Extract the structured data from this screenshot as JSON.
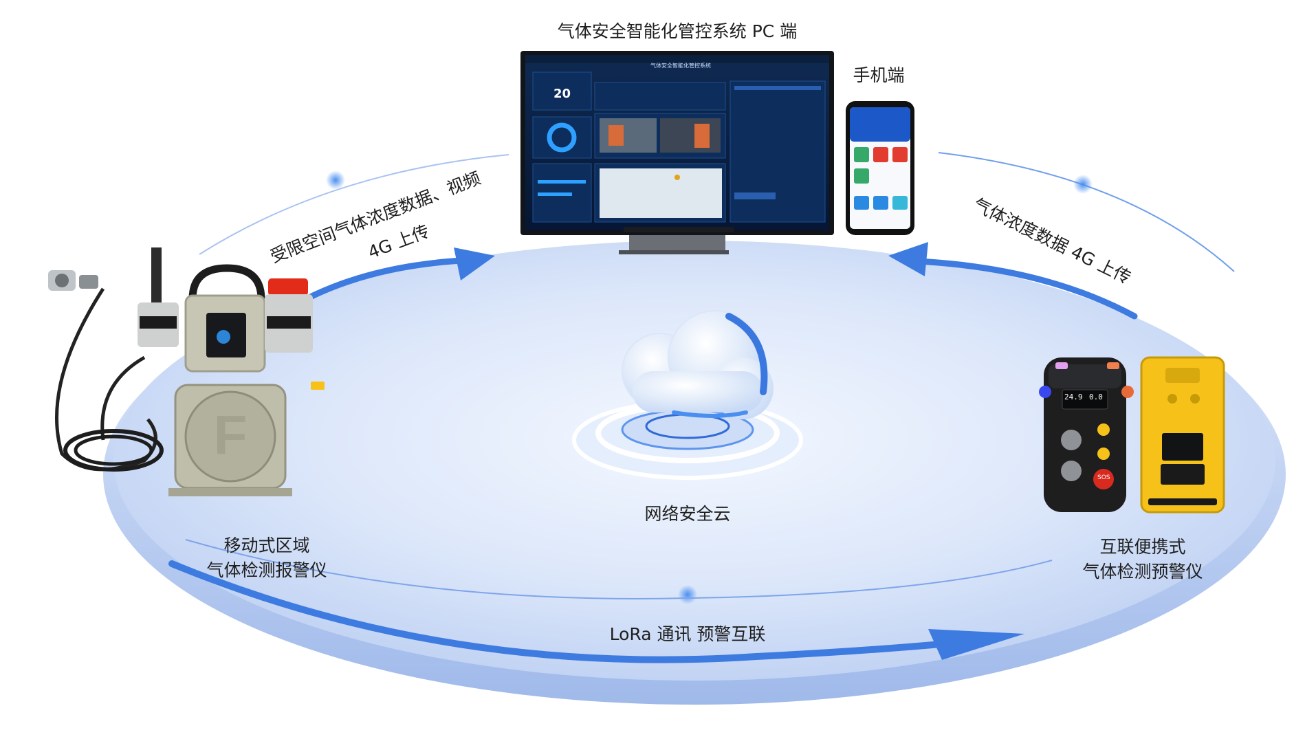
{
  "labels": {
    "pc_title": "气体安全智能化管控系统 PC 端",
    "mobile_title": "手机端",
    "left_flow_line1": "受限空间气体浓度数据、视频",
    "left_flow_line2": "4G 上传",
    "right_flow": "气体浓度数据 4G 上传",
    "cloud": "网络安全云",
    "bottom_flow": "LoRa 通讯 预警互联",
    "left_device_line1": "移动式区域",
    "left_device_line2": "气体检测报警仪",
    "right_device_line1": "互联便携式",
    "right_device_line2": "气体检测预警仪"
  },
  "screen": {
    "title": "气体安全智能化管控系统",
    "kpi": "20"
  },
  "portable": {
    "reading_1": "24.9",
    "reading_2": "0.0",
    "sos": "SOS"
  },
  "colors": {
    "ellipse_fill": "#c9d8f4",
    "arrow_blue": "#3d7be0",
    "accent_blue": "#4a8ff0",
    "alarm_red": "#e32b1a",
    "detector_yellow": "#f6c21a",
    "housing_gray": "#b8b7a6"
  }
}
